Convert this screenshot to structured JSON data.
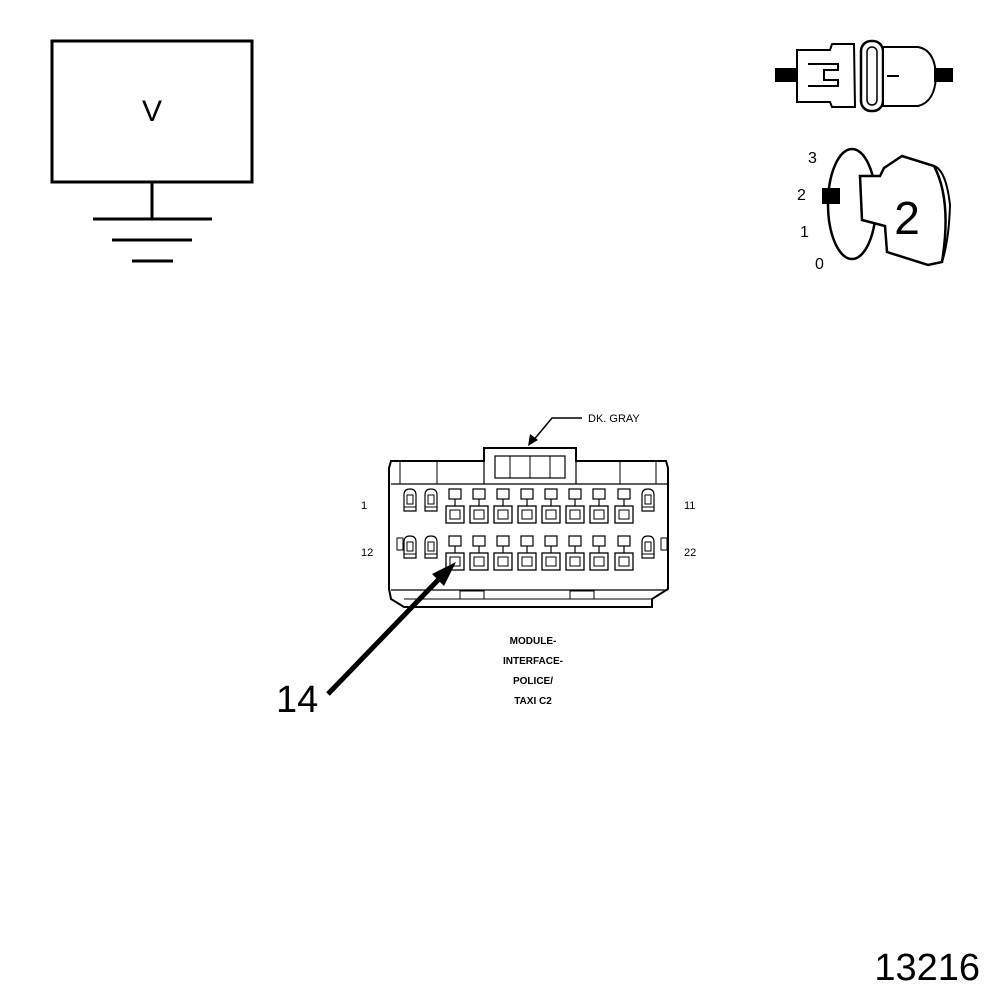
{
  "voltmeter": {
    "symbol": "V"
  },
  "ignition_switch": {
    "positions": [
      "3",
      "2",
      "1",
      "0"
    ],
    "selected_position": "2",
    "selected_label": "2"
  },
  "connector": {
    "wire_color_label": "DK. GRAY",
    "pin_labels": {
      "top_left": "1",
      "top_right": "11",
      "bottom_left": "12",
      "bottom_right": "22"
    },
    "name_lines": [
      "MODULE-",
      "INTERFACE-",
      "POLICE/",
      "TAXI C2"
    ],
    "callout_pin": "14"
  },
  "figure_number": "13216"
}
